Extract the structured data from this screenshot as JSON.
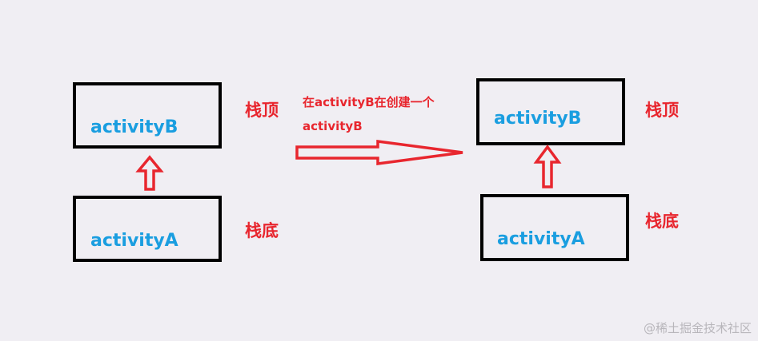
{
  "left_stack": {
    "top_box_label": "activityB",
    "bottom_box_label": "activityA",
    "top_tag": "栈顶",
    "bottom_tag": "栈底"
  },
  "transition": {
    "caption_line1": "在activityB在创建一个",
    "caption_line2": "activityB"
  },
  "right_stack": {
    "top_box_label": "activityB",
    "bottom_box_label": "activityA",
    "top_tag": "栈顶",
    "bottom_tag": "栈底"
  },
  "watermark": "@稀土掘金技术社区",
  "colors": {
    "background": "#f0eef3",
    "box_border": "#000000",
    "box_text": "#1a9ee0",
    "annotation": "#e8262e"
  }
}
